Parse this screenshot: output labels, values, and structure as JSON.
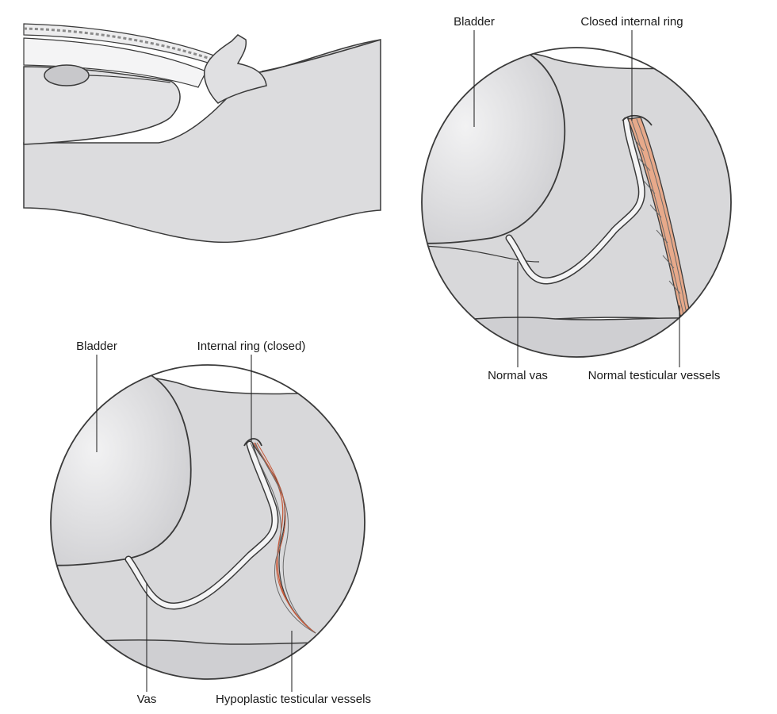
{
  "upper_view": {
    "labels": {
      "bladder": "Bladder",
      "closed_internal_ring": "Closed internal ring",
      "normal_vas": "Normal vas",
      "normal_testicular_vessels": "Normal testicular vessels"
    }
  },
  "lower_view": {
    "labels": {
      "bladder": "Bladder",
      "internal_ring_closed": "Internal ring (closed)",
      "vas": "Vas",
      "hypoplastic_testicular_vessels": "Hypoplastic testicular vessels"
    }
  },
  "colors": {
    "tissue_fill": "#d9d9db",
    "bladder_fill": "#e4e4e6",
    "outline": "#3a3a3a",
    "vessel_normal": "#e7a98a",
    "vessel_hypoplastic": "#c65a3a"
  }
}
